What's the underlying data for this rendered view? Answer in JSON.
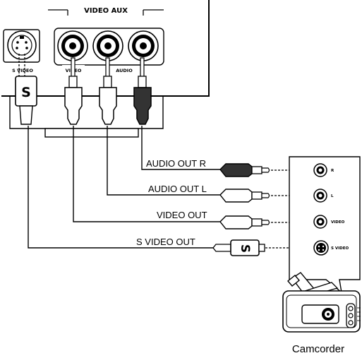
{
  "panel": {
    "title": "VIDEO AUX",
    "jacks": {
      "s_video": "S VIDEO",
      "video": "VIDEO",
      "audio": "AUDIO"
    },
    "s_plug_letter": "S"
  },
  "cables": {
    "audio_r": "AUDIO OUT R",
    "audio_l": "AUDIO OUT L",
    "video": "VIDEO OUT",
    "s_video": "S VIDEO OUT",
    "s_plug_letter": "S"
  },
  "camcorder": {
    "label": "Camcorder",
    "jacks": {
      "r": "R",
      "l": "L",
      "video": "VIDEO",
      "s_video": "S VIDEO"
    }
  }
}
